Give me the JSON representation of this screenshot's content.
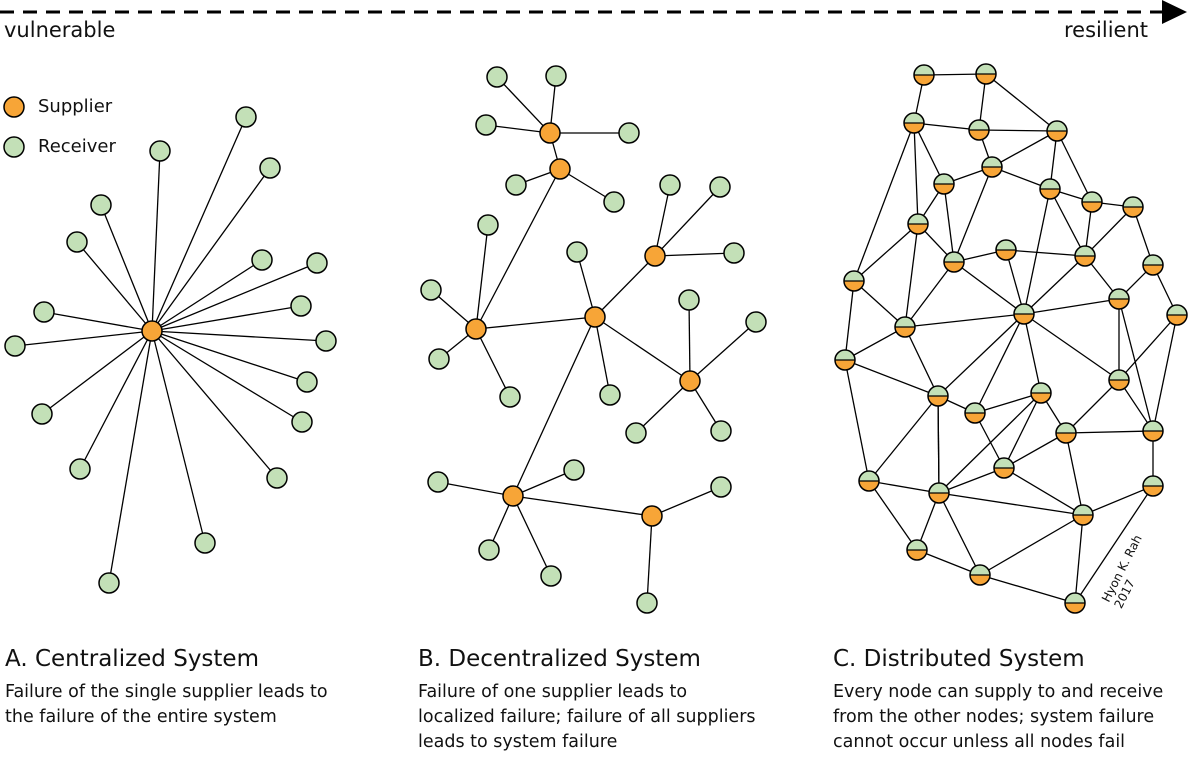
{
  "axis": {
    "left_label": "vulnerable",
    "right_label": "resilient"
  },
  "legend": {
    "supplier_label": "Supplier",
    "receiver_label": "Receiver"
  },
  "colors": {
    "supplier": "#f7a537",
    "receiver": "#c3e0b7",
    "edge": "#000000"
  },
  "panels": [
    {
      "title": "A. Centralized System",
      "description_lines": [
        "Failure of the single supplier leads to",
        "the failure of the entire system"
      ]
    },
    {
      "title": "B. Decentralized System",
      "description_lines": [
        "Failure of one supplier leads to",
        "localized failure; failure of all suppliers",
        "leads to system failure"
      ]
    },
    {
      "title": "C. Distributed System",
      "description_lines": [
        "Every node can supply to and receive",
        "from the other nodes; system failure",
        "cannot occur unless all nodes fail"
      ]
    }
  ],
  "signature": "Hyon K. Rah 2017"
}
